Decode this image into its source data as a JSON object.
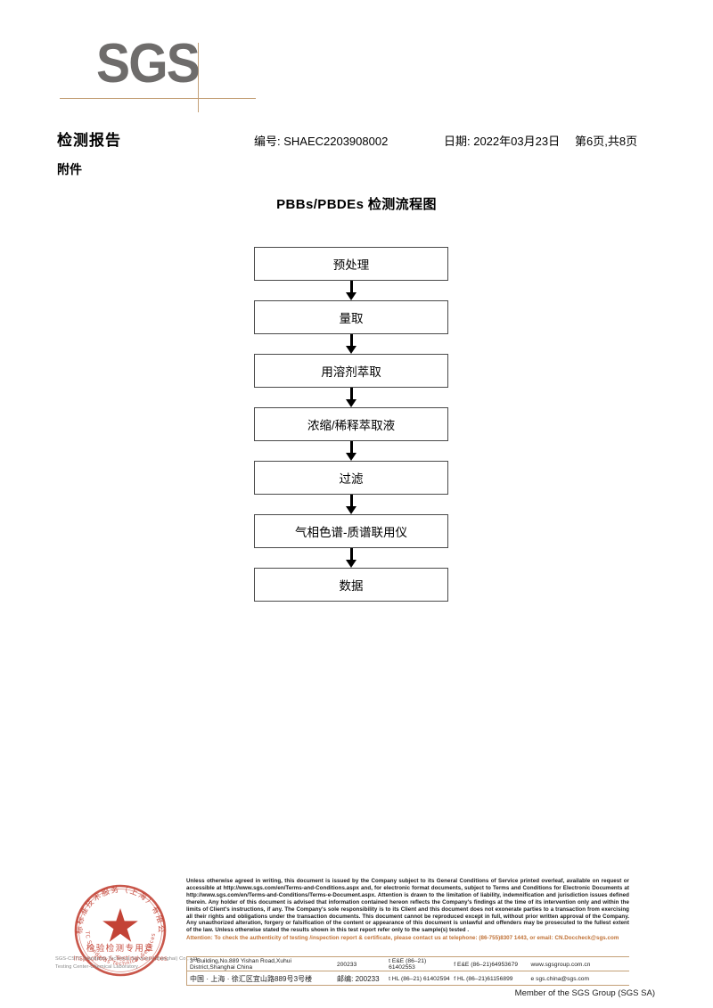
{
  "logo": {
    "text": "SGS"
  },
  "header": {
    "title": "检测报告",
    "attachment_label": "附件",
    "report_no": "编号: SHAEC2203908002",
    "date": "日期: 2022年03月23日",
    "page": "第6页,共8页"
  },
  "flowchart": {
    "title": "PBBs/PBDEs 检测流程图",
    "steps": [
      {
        "label": "预处理"
      },
      {
        "label": "量取"
      },
      {
        "label": "用溶剂萃取"
      },
      {
        "label": "浓缩/稀释萃取液"
      },
      {
        "label": "过滤"
      },
      {
        "label": "气相色谱-质谱联用仪"
      },
      {
        "label": "数据"
      }
    ]
  },
  "seal": {
    "arc_top": "通标标准技术服务（上海）有限公司",
    "line_cn": "检验检测专用章",
    "line_en": "Inspection & Testing Services",
    "caption_line_1": "SGS-CSTC Standards Technical Services (Shanghai) Co., Ltd.",
    "caption_line_2": "Testing Center-Chemical Laboratory",
    "color": "#c0392b"
  },
  "footer": {
    "legal_1": "Unless otherwise agreed in writing, this document is issued by the Company subject to its General Conditions of Service printed overleaf, available on request or accessible at http://www.sgs.com/en/Terms-and-Conditions.aspx and, for electronic format documents, subject to Terms and Conditions for Electronic Documents at http://www.sgs.com/en/Terms-and-Conditions/Terms-e-Document.aspx. Attention is drawn to the limitation of liability, indemnification and jurisdiction issues defined therein. Any holder of this document is advised that information contained hereon reflects the Company's findings at the time of its intervention only and within the limits of Client's instructions, if any. The Company's sole responsibility is to its Client and this document does not exonerate parties to a transaction from exercising all their rights and obligations under the transaction documents. This document cannot be reproduced except in full, without prior written approval of the Company. Any unauthorized alteration, forgery or falsification of the content or appearance of this document is unlawful and offenders may be prosecuted to the fullest extent of the law. Unless otherwise stated the results shown in this test report refer only to the sample(s) tested .",
    "attention": "Attention: To check the authenticity of testing /inspection report & certificate, please contact us at telephone: (86-755)8307 1443, or email: CN.Doccheck@sgs.com",
    "address_en": "3ʳᵈBuilding,No.889 Yishan Road,Xuhui District,Shanghai China",
    "postcode_en": "200233",
    "tel_en_1": "t E&E (86–21) 61402553",
    "fax_en_1": "f E&E (86–21)64953679",
    "web": "www.sgsgroup.com.cn",
    "address_cn": "中国 · 上海 · 徐汇区宜山路889号3号楼",
    "postcode_cn": "邮编: 200233",
    "tel_cn_1": "t HL (86–21) 61402594",
    "fax_cn_1": "f HL (86–21)61156899",
    "email": "e sgs.china@sgs.com",
    "member": "Member of the SGS Group (SGS SA)"
  },
  "colors": {
    "logo_gray": "#6e6c6b",
    "rule_tan": "#c4a077",
    "attention_orange": "#bf7034",
    "seal_red": "#c0392b"
  }
}
